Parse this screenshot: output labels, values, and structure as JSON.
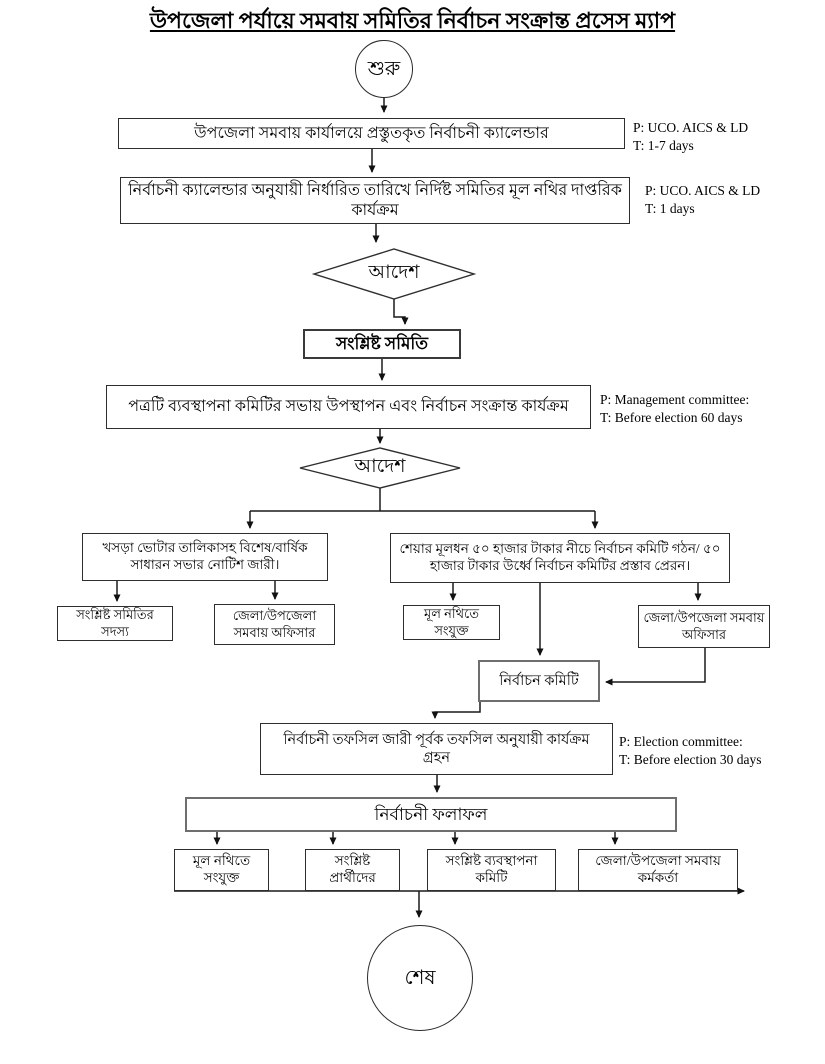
{
  "title": "উপজেলা পর্যায়ে সমবায় সমিতির নির্বাচন সংক্রান্ত প্রসেস ম্যাপ",
  "nodes": {
    "start": {
      "label": "শুরু",
      "type": "terminator"
    },
    "calendar": {
      "label": "উপজেলা সমবায় কার্যালয়ে প্রস্তুতকৃত নির্বাচনী ক্যালেন্ডার",
      "type": "process"
    },
    "official_work": {
      "label": "নির্বাচনী ক্যালেন্ডার অনুযায়ী নির্ধারিত তারিখে নির্দিষ্ট সমিতির মূল নথির দাপ্তরিক কার্যক্রম",
      "type": "process"
    },
    "decision1": {
      "label": "আদেশ",
      "type": "decision"
    },
    "concerned_society": {
      "label": "সংশ্লিষ্ট সমিতি",
      "type": "process"
    },
    "presentation": {
      "label": "পত্রটি ব্যবস্থাপনা কমিটির সভায় উপস্থাপন এবং নির্বাচন সংক্রান্ত কার্যক্রম",
      "type": "process"
    },
    "decision2": {
      "label": "আদেশ",
      "type": "decision"
    },
    "draft_voter_notice": {
      "label": "খসড়া ভোটার তালিকাসহ বিশেষ/বার্ষিক সাধারন সভার নোটিশ জারী।",
      "type": "process"
    },
    "share_capital": {
      "label": "শেয়ার মূলধন ৫০ হাজার টাকার নীচে নির্বাচন কমিটি গঠন/ ৫০ হাজার টাকার উর্ধ্বে নির্বাচন কমিটির প্রস্তাব প্রেরন।",
      "type": "process"
    },
    "society_members": {
      "label": "সংশ্লিষ্ট সমিতির সদস্য",
      "type": "process"
    },
    "district_officer_1": {
      "label": "জেলা/উপজেলা সমবায় অফিসার",
      "type": "process"
    },
    "attach_main_file": {
      "label": "মূল নথিতে সংযুক্ত",
      "type": "process"
    },
    "district_officer_2": {
      "label": "জেলা/উপজেলা সমবায় অফিসার",
      "type": "process"
    },
    "election_committee": {
      "label": "নির্বাচন কমিটি",
      "type": "process"
    },
    "schedule_activities": {
      "label": "নির্বাচনী তফসিল জারী পূর্বক তফসিল অনুযায়ী কার্যক্রম গ্রহন",
      "type": "process"
    },
    "election_results": {
      "label": "নির্বাচনী ফলাফল",
      "type": "process"
    },
    "result_main_file": {
      "label": "মূল নথিতে সংযুক্ত",
      "type": "process"
    },
    "result_candidates": {
      "label": "সংশ্লিষ্ট প্রার্থীদের",
      "type": "process"
    },
    "result_mgmt_committee": {
      "label": "সংশ্লিষ্ট ব্যবস্থাপনা কমিটি",
      "type": "process"
    },
    "result_coop_officer": {
      "label": "জেলা/উপজেলা সমবায় কর্মকর্তা",
      "type": "process"
    },
    "end": {
      "label": "শেষ",
      "type": "terminator"
    }
  },
  "annotations": {
    "calendar": {
      "p": "P: UCO. AICS & LD",
      "t": "T: 1-7 days"
    },
    "official_work": {
      "p": "P: UCO. AICS & LD",
      "t": "T: 1 days"
    },
    "presentation": {
      "p": "P: Management committee:",
      "t": "T: Before election 60 days"
    },
    "schedule": {
      "p": "P: Election committee:",
      "t": "T: Before election 30 days"
    }
  },
  "colors": {
    "line": "#1a1a1a",
    "border": "#2e2e2e",
    "background": "#ffffff",
    "text": "#000000"
  }
}
